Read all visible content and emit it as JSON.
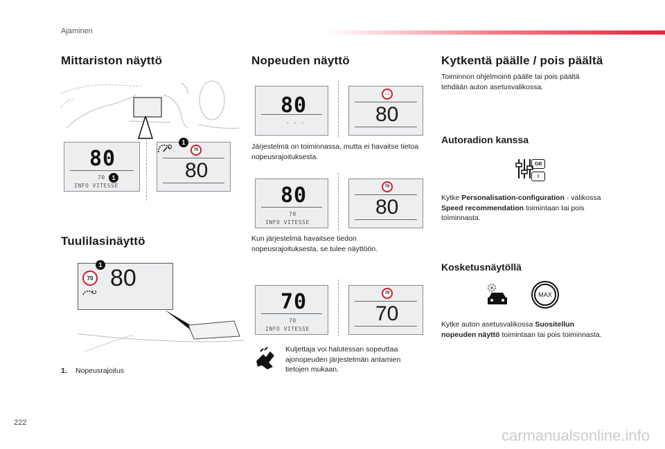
{
  "header": {
    "section": "Ajaminen"
  },
  "page_number": "222",
  "footer_url": "carmanualsonline.info",
  "col1": {
    "title_cluster": "Mittariston näyttö",
    "title_windscreen": "Tuulilasinäyttö",
    "lcd_speed": "80",
    "lcd_limit": "70",
    "lcd_info": "INFO VITESSE",
    "sign_value": "70",
    "callout": "1",
    "hud_speed": "80",
    "legend_num": "1.",
    "legend_text": "Nopeusrajoitus"
  },
  "col2": {
    "title": "Nopeuden näyttö",
    "p1": "Järjestelmä on toiminnassa, mutta ei havaitse tietoa nopeusrajoituksesta.",
    "p2": "Kun järjestelmä havaitsee tiedon nopeusrajoituksesta, se tulee näyttöön.",
    "p3": "Kuljettaja voi halutessan sopeuttaa ajonopeuden järjestelmän antamien tietojen mukaan.",
    "row1_left": "80",
    "row1_dash": "- - -",
    "row1_sign": "- -",
    "row1_right": "80",
    "row2_left": "80",
    "row2_limit": "70",
    "row2_info": "INFO VITESSE",
    "row2_sign": "70",
    "row2_right": "80",
    "row3_left": "70",
    "row3_limit": "70",
    "row3_info": "INFO VITESSE",
    "row3_sign": "70",
    "row3_right": "70"
  },
  "col3": {
    "title": "Kytkentä päälle / pois päältä",
    "intro": "Toiminnon ohjelmointi päälle tai pois päältä tehdään auton asetusvalikossa.",
    "radio_title": "Autoradion kanssa",
    "radio_gb": "GB",
    "radio_i": "I",
    "radio_t1": "Kytke ",
    "radio_b1": "Personalisation-configuration",
    "radio_t2": " - valikossa ",
    "radio_b2": "Speed recommendation",
    "radio_t3": " toimintaan tai pois toiminnasta.",
    "touch_title": "Kosketusnäytöllä",
    "max_label": "MAX",
    "touch_t1": "Kytke auton asetusvalikossa ",
    "touch_b1": "Suositellun nopeuden näyttö",
    "touch_t2": " toimintaan tai pois toiminnasta."
  }
}
